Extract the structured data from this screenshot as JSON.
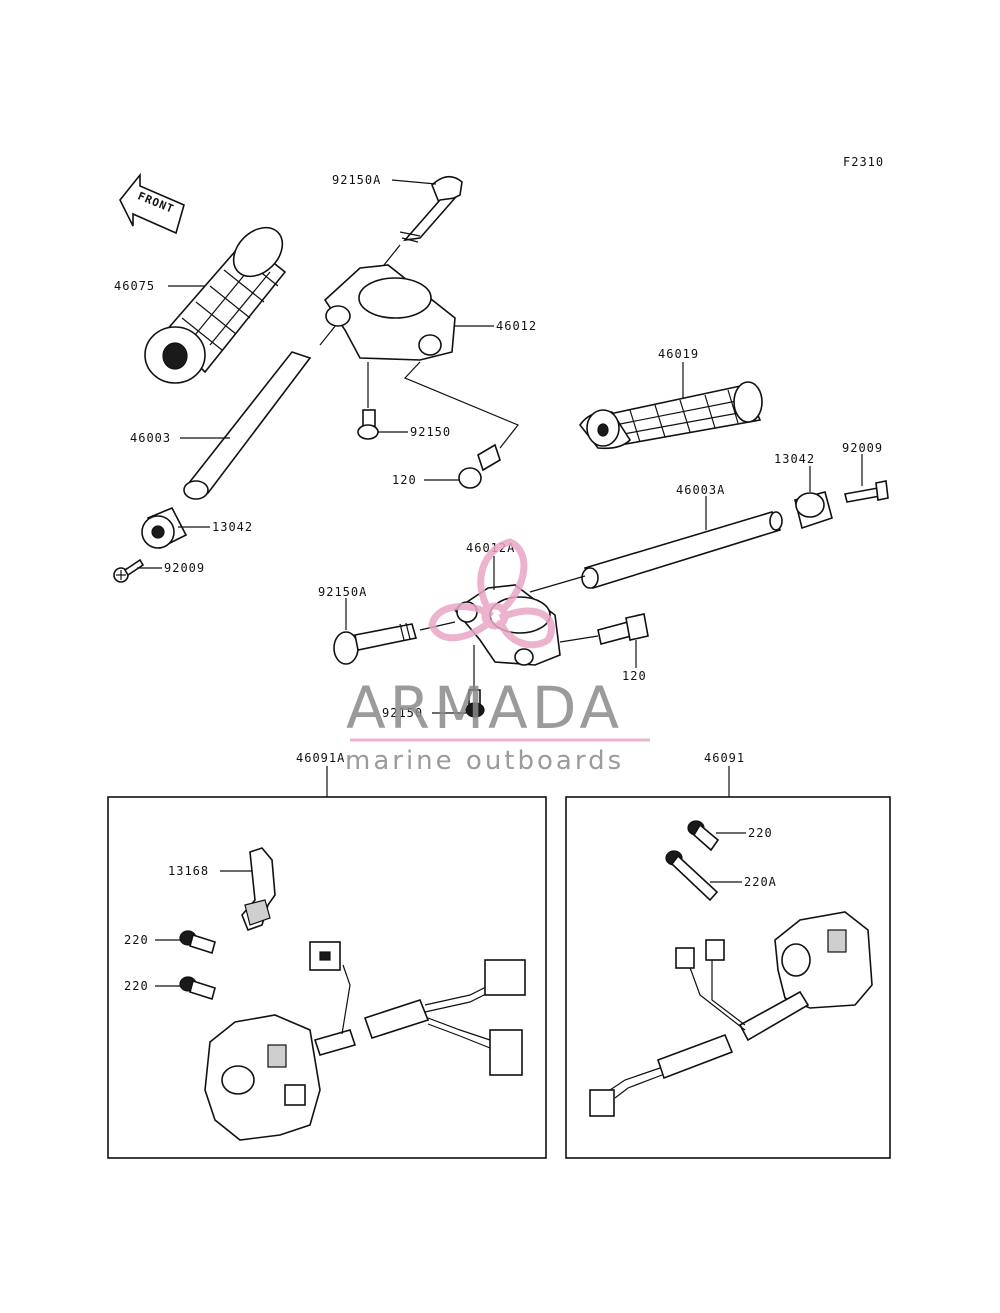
{
  "figure_code": "F2310",
  "front_label": "FRONT",
  "parts": {
    "p46075": "46075",
    "p92150A_top": "92150A",
    "p46012": "46012",
    "p46003": "46003",
    "p92150_top": "92150",
    "p120_top": "120",
    "p13042_left": "13042",
    "p92009_left": "92009",
    "p46019": "46019",
    "p13042_right": "13042",
    "p92009_right": "92009",
    "p46003A": "46003A",
    "p46012A": "46012A",
    "p92150A_mid": "92150A",
    "p120_mid": "120",
    "p92150_mid": "92150",
    "p46091A": "46091A",
    "p46091": "46091",
    "p13168": "13168",
    "p220_l1": "220",
    "p220_l2": "220",
    "p220_r1": "220",
    "p220A": "220A"
  },
  "watermark": {
    "title": "ARMADA",
    "subtitle": "marine outboards",
    "accent_color": "#e8a6c6"
  }
}
